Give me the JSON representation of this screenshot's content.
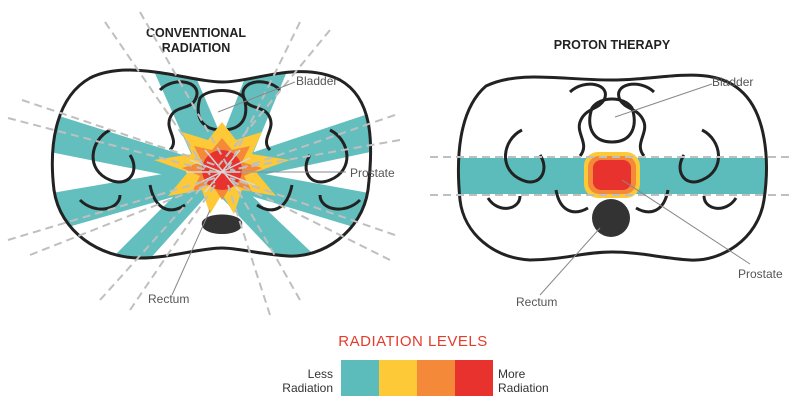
{
  "left_panel": {
    "title_line1": "CONVENTIONAL",
    "title_line2": "RADIATION",
    "labels": {
      "bladder": "Bladder",
      "prostate": "Prostate",
      "rectum": "Rectum"
    }
  },
  "right_panel": {
    "title": "PROTON THERAPY",
    "labels": {
      "bladder": "Bladder",
      "prostate": "Prostate",
      "rectum": "Rectum"
    }
  },
  "legend": {
    "title": "RADIATION LEVELS",
    "low_label_line1": "Less",
    "low_label_line2": "Radiation",
    "high_label_line1": "More",
    "high_label_line2": "Radiation",
    "levels": [
      "#5bbcbb",
      "#fdc936",
      "#f5893a",
      "#e8322d"
    ]
  }
}
